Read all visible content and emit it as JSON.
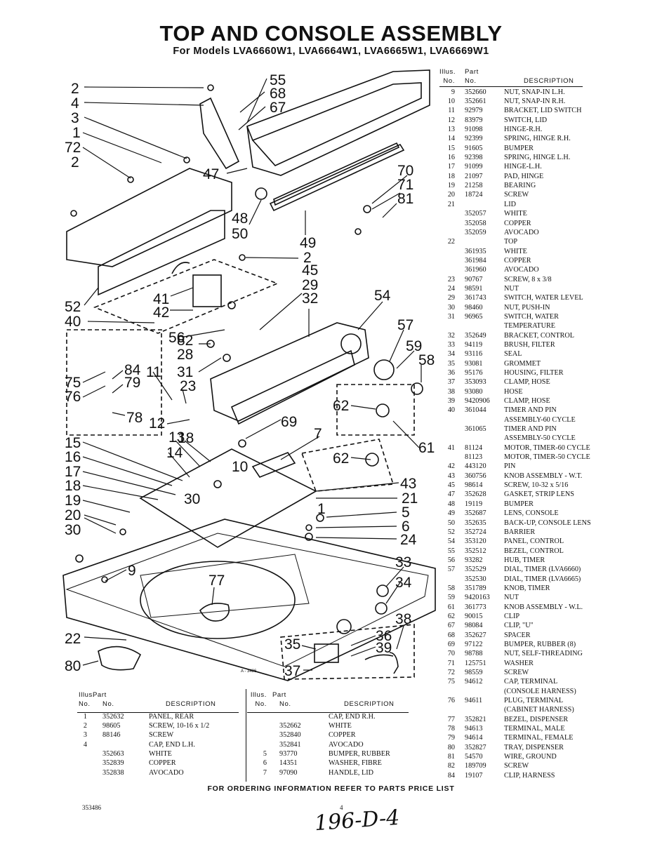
{
  "title": "TOP AND CONSOLE ASSEMBLY",
  "subtitle": "For Models LVA6660W1, LVA6664W1, LVA6665W1, LVA6669W1",
  "table_header": {
    "illus": "Illus.",
    "part": "Part",
    "no1": "No.",
    "no2": "No.",
    "description": "DESCRIPTION"
  },
  "parts_right": [
    {
      "illus": "9",
      "part": "352660",
      "desc": "NUT, SNAP-IN L.H."
    },
    {
      "illus": "10",
      "part": "352661",
      "desc": "NUT, SNAP-IN R.H."
    },
    {
      "illus": "11",
      "part": "92979",
      "desc": "BRACKET, LID SWITCH"
    },
    {
      "illus": "12",
      "part": "83979",
      "desc": "SWITCH, LID"
    },
    {
      "illus": "13",
      "part": "91098",
      "desc": "HINGE-R.H."
    },
    {
      "illus": "14",
      "part": "92399",
      "desc": "SPRING, HINGE R.H."
    },
    {
      "illus": "15",
      "part": "91605",
      "desc": "BUMPER"
    },
    {
      "illus": "16",
      "part": "92398",
      "desc": "SPRING, HINGE L.H."
    },
    {
      "illus": "17",
      "part": "91099",
      "desc": "HINGE-L.H."
    },
    {
      "illus": "18",
      "part": "21097",
      "desc": "PAD, HINGE"
    },
    {
      "illus": "19",
      "part": "21258",
      "desc": "BEARING"
    },
    {
      "illus": "20",
      "part": "18724",
      "desc": "SCREW"
    },
    {
      "illus": "21",
      "part": "",
      "desc": "LID"
    },
    {
      "illus": "",
      "part": "352057",
      "desc": "WHITE"
    },
    {
      "illus": "",
      "part": "352058",
      "desc": "COPPER"
    },
    {
      "illus": "",
      "part": "352059",
      "desc": "AVOCADO"
    },
    {
      "illus": "22",
      "part": "",
      "desc": "TOP"
    },
    {
      "illus": "",
      "part": "361935",
      "desc": "WHITE"
    },
    {
      "illus": "",
      "part": "361984",
      "desc": "COPPER"
    },
    {
      "illus": "",
      "part": "361960",
      "desc": "AVOCADO"
    },
    {
      "illus": "23",
      "part": "90767",
      "desc": "SCREW, 8 x 3/8"
    },
    {
      "illus": "24",
      "part": "98591",
      "desc": "NUT"
    },
    {
      "illus": "29",
      "part": "361743",
      "desc": "SWITCH, WATER LEVEL"
    },
    {
      "illus": "30",
      "part": "98460",
      "desc": "NUT, PUSH-IN"
    },
    {
      "illus": "31",
      "part": "96965",
      "desc": "SWITCH, WATER"
    },
    {
      "illus": "",
      "part": "",
      "desc": "TEMPERATURE"
    },
    {
      "illus": "32",
      "part": "352649",
      "desc": "BRACKET, CONTROL"
    },
    {
      "illus": "33",
      "part": "94119",
      "desc": "BRUSH, FILTER"
    },
    {
      "illus": "34",
      "part": "93116",
      "desc": "SEAL"
    },
    {
      "illus": "35",
      "part": "93081",
      "desc": "GROMMET"
    },
    {
      "illus": "36",
      "part": "95176",
      "desc": "HOUSING, FILTER"
    },
    {
      "illus": "37",
      "part": "353093",
      "desc": "CLAMP, HOSE"
    },
    {
      "illus": "38",
      "part": "93080",
      "desc": "HOSE"
    },
    {
      "illus": "39",
      "part": "9420906",
      "desc": "CLAMP, HOSE"
    },
    {
      "illus": "40",
      "part": "361044",
      "desc": "TIMER AND PIN"
    },
    {
      "illus": "",
      "part": "",
      "desc": "ASSEMBLY-60 CYCLE"
    },
    {
      "illus": "",
      "part": "361065",
      "desc": "TIMER AND PIN"
    },
    {
      "illus": "",
      "part": "",
      "desc": "ASSEMBLY-50 CYCLE"
    },
    {
      "illus": "41",
      "part": "81124",
      "desc": "MOTOR, TIMER-60 CYCLE"
    },
    {
      "illus": "",
      "part": "81123",
      "desc": "MOTOR, TIMER-50 CYCLE"
    },
    {
      "illus": "42",
      "part": "443120",
      "desc": "PIN"
    },
    {
      "illus": "43",
      "part": "360756",
      "desc": "KNOB ASSEMBLY - W.T."
    },
    {
      "illus": "45",
      "part": "98614",
      "desc": "SCREW, 10-32 x 5/16"
    },
    {
      "illus": "47",
      "part": "352628",
      "desc": "GASKET, STRIP LENS"
    },
    {
      "illus": "48",
      "part": "19119",
      "desc": "BUMPER"
    },
    {
      "illus": "49",
      "part": "352687",
      "desc": "LENS, CONSOLE"
    },
    {
      "illus": "50",
      "part": "352635",
      "desc": "BACK-UP, CONSOLE LENS"
    },
    {
      "illus": "52",
      "part": "352724",
      "desc": "BARRIER"
    },
    {
      "illus": "54",
      "part": "353120",
      "desc": "PANEL, CONTROL"
    },
    {
      "illus": "55",
      "part": "352512",
      "desc": "BEZEL, CONTROL"
    },
    {
      "illus": "56",
      "part": "93282",
      "desc": "HUB, TIMER"
    },
    {
      "illus": "57",
      "part": "352529",
      "desc": "DIAL, TIMER (LVA6660)"
    },
    {
      "illus": "",
      "part": "352530",
      "desc": "DIAL, TIMER (LVA6665)"
    },
    {
      "illus": "58",
      "part": "351789",
      "desc": "KNOB, TIMER"
    },
    {
      "illus": "59",
      "part": "9420163",
      "desc": "NUT"
    },
    {
      "illus": "61",
      "part": "361773",
      "desc": "KNOB ASSEMBLY - W.L."
    },
    {
      "illus": "62",
      "part": "90015",
      "desc": "CLIP"
    },
    {
      "illus": "67",
      "part": "98084",
      "desc": "CLIP, \"U\""
    },
    {
      "illus": "68",
      "part": "352627",
      "desc": "SPACER"
    },
    {
      "illus": "69",
      "part": "97122",
      "desc": "BUMPER, RUBBER (8)"
    },
    {
      "illus": "70",
      "part": "98788",
      "desc": "NUT, SELF-THREADING"
    },
    {
      "illus": "71",
      "part": "125751",
      "desc": "WASHER"
    },
    {
      "illus": "72",
      "part": "98559",
      "desc": "SCREW"
    },
    {
      "illus": "75",
      "part": "94612",
      "desc": "CAP, TERMINAL"
    },
    {
      "illus": "",
      "part": "",
      "desc": "(CONSOLE HARNESS)"
    },
    {
      "illus": "76",
      "part": "94611",
      "desc": "PLUG, TERMINAL"
    },
    {
      "illus": "",
      "part": "",
      "desc": "(CABINET HARNESS)"
    },
    {
      "illus": "77",
      "part": "352821",
      "desc": "BEZEL, DISPENSER"
    },
    {
      "illus": "78",
      "part": "94613",
      "desc": "TERMINAL, MALE"
    },
    {
      "illus": "79",
      "part": "94614",
      "desc": "TERMINAL, FEMALE"
    },
    {
      "illus": "80",
      "part": "352827",
      "desc": "TRAY, DISPENSER"
    },
    {
      "illus": "81",
      "part": "54570",
      "desc": "WIRE, GROUND"
    },
    {
      "illus": "82",
      "part": "189709",
      "desc": "SCREW"
    },
    {
      "illus": "84",
      "part": "19107",
      "desc": "CLIP, HARNESS"
    }
  ],
  "parts_left": [
    {
      "illus": "1",
      "part": "352632",
      "desc": "PANEL, REAR"
    },
    {
      "illus": "2",
      "part": "98605",
      "desc": "SCREW, 10-16 x 1/2"
    },
    {
      "illus": "3",
      "part": "88146",
      "desc": "SCREW"
    },
    {
      "illus": "4",
      "part": "",
      "desc": "CAP, END L.H."
    },
    {
      "illus": "",
      "part": "352663",
      "desc": "WHITE"
    },
    {
      "illus": "",
      "part": "352839",
      "desc": "COPPER"
    },
    {
      "illus": "",
      "part": "352838",
      "desc": "AVOCADO"
    }
  ],
  "parts_middle": [
    {
      "illus": "",
      "part": "",
      "desc": "CAP, END R.H."
    },
    {
      "illus": "",
      "part": "352662",
      "desc": "WHITE"
    },
    {
      "illus": "",
      "part": "352840",
      "desc": "COPPER"
    },
    {
      "illus": "",
      "part": "352841",
      "desc": "AVOCADO"
    },
    {
      "illus": "5",
      "part": "93770",
      "desc": "BUMPER, RUBBER"
    },
    {
      "illus": "6",
      "part": "14351",
      "desc": "WASHER, FIBRE"
    },
    {
      "illus": "7",
      "part": "97090",
      "desc": "HANDLE, LID"
    }
  ],
  "callouts": [
    "2",
    "4",
    "3",
    "1",
    "72",
    "2",
    "55",
    "68",
    "67",
    "47",
    "48",
    "50",
    "49",
    "2",
    "45",
    "70",
    "71",
    "81",
    "52",
    "40",
    "41",
    "42",
    "29",
    "32",
    "56",
    "54",
    "57",
    "59",
    "58",
    "82",
    "28",
    "31",
    "75",
    "76",
    "84",
    "79",
    "78",
    "11",
    "23",
    "12",
    "62",
    "69",
    "61",
    "7",
    "13",
    "18",
    "15",
    "16",
    "14",
    "17",
    "10",
    "18",
    "19",
    "30",
    "20",
    "30",
    "62",
    "43",
    "21",
    "1",
    "5",
    "6",
    "24",
    "9",
    "77",
    "33",
    "34",
    "38",
    "22",
    "80",
    "35",
    "36",
    "39",
    "37"
  ],
  "diagram_ref": "A - 3486",
  "footer": "FOR ORDERING INFORMATION REFER TO PARTS PRICE LIST",
  "doc_no": "353486",
  "page_no": "4",
  "handwritten": "196-D-4"
}
